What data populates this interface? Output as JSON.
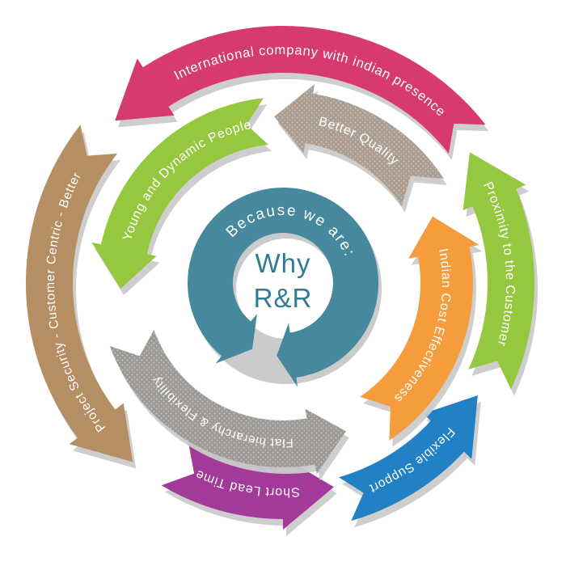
{
  "diagram": {
    "title": "Why R&R circular infographic",
    "center": {
      "arc_label": "Because we are:",
      "title_line1": "Why",
      "title_line2": "R&R",
      "color": "#46889E",
      "text_color": "#2E7D95"
    },
    "arrows": [
      {
        "id": "international",
        "label": "International company with indian presence",
        "color": "#D63A6E",
        "dotted": false
      },
      {
        "id": "young",
        "label": "Young and Dynamic People",
        "color": "#96C83F",
        "dotted": false
      },
      {
        "id": "better",
        "label": "Better Quality",
        "color": "#AC9C8E",
        "dotted": true
      },
      {
        "id": "proximity",
        "label": "Proximity to the Customer",
        "color": "#96C83F",
        "dotted": false
      },
      {
        "id": "indian",
        "label": "Indian Cost Effectiveness",
        "color": "#F59C3D",
        "dotted": false
      },
      {
        "id": "flexible",
        "label": "Flexible Support",
        "color": "#2181C4",
        "dotted": false
      },
      {
        "id": "shortlead",
        "label": "Short Lead Time",
        "color": "#A23A99",
        "dotted": false
      },
      {
        "id": "flath",
        "label": "Flat hierarchy & Flexibility",
        "color": "#9C9894",
        "dotted": true
      },
      {
        "id": "project",
        "label": "Project Security - Customer Centric - Better",
        "color": "#B58E63",
        "dotted": false
      }
    ],
    "shadow_color": "#CBCBCB",
    "background": "#FFFFFF"
  }
}
